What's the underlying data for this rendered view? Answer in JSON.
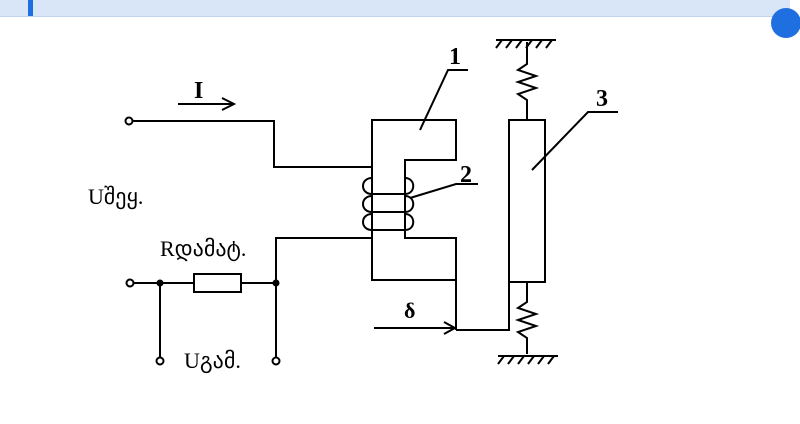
{
  "labels": {
    "current": "I",
    "part1": "1",
    "part2": "2",
    "part3": "3",
    "u_input": "Uშეყ.",
    "r_add": "Rდამატ.",
    "u_output": "Uგამ.",
    "gap": "δ"
  },
  "colors": {
    "accent": "#1f6fe0",
    "topbar": "#d9e6f8",
    "line": "#000000"
  }
}
